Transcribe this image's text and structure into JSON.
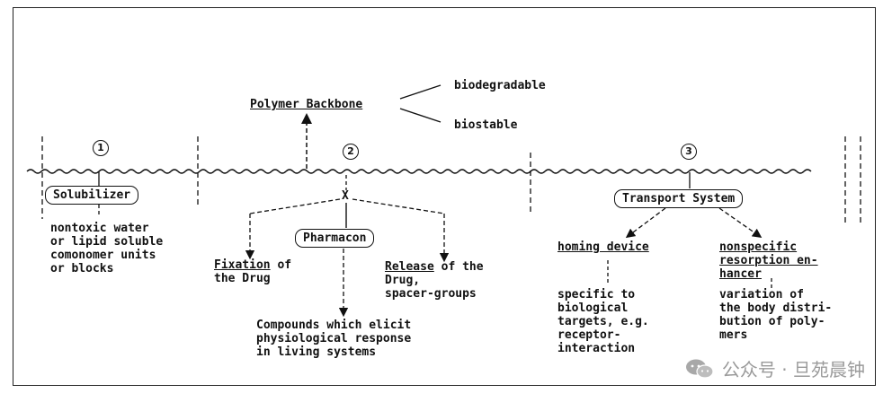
{
  "diagram": {
    "polymer_backbone": "Polymer Backbone",
    "biodegradable": "biodegradable",
    "biostable": "biostable",
    "num1": "1",
    "num2": "2",
    "num3": "3",
    "solubilizer": "Solubilizer",
    "solubilizer_desc": "nontoxic water\nor lipid soluble\ncomonomer units\nor blocks",
    "x_mark": "X",
    "pharmacon": "Pharmacon",
    "fixation_word": "Fixation",
    "fixation_rest": " of",
    "fixation_line2": "the Drug",
    "release_word": "Release",
    "release_rest": " of the",
    "release_line2": "Drug,\nspacer-groups",
    "compounds": "Compounds which elicit\nphysiological response\nin living systems",
    "transport": "Transport System",
    "homing": "homing device",
    "homing_desc": "specific to\nbiological\ntargets, e.g.\nreceptor-\ninteraction",
    "nonspecific": "nonspecific\nresorption en-\nhancer",
    "nonspecific_desc": "variation of\nthe body distri-\nbution of poly-\nmers"
  },
  "watermark": {
    "text": "公众号 · 旦苑晨钟",
    "icon": "wechat-icon"
  }
}
